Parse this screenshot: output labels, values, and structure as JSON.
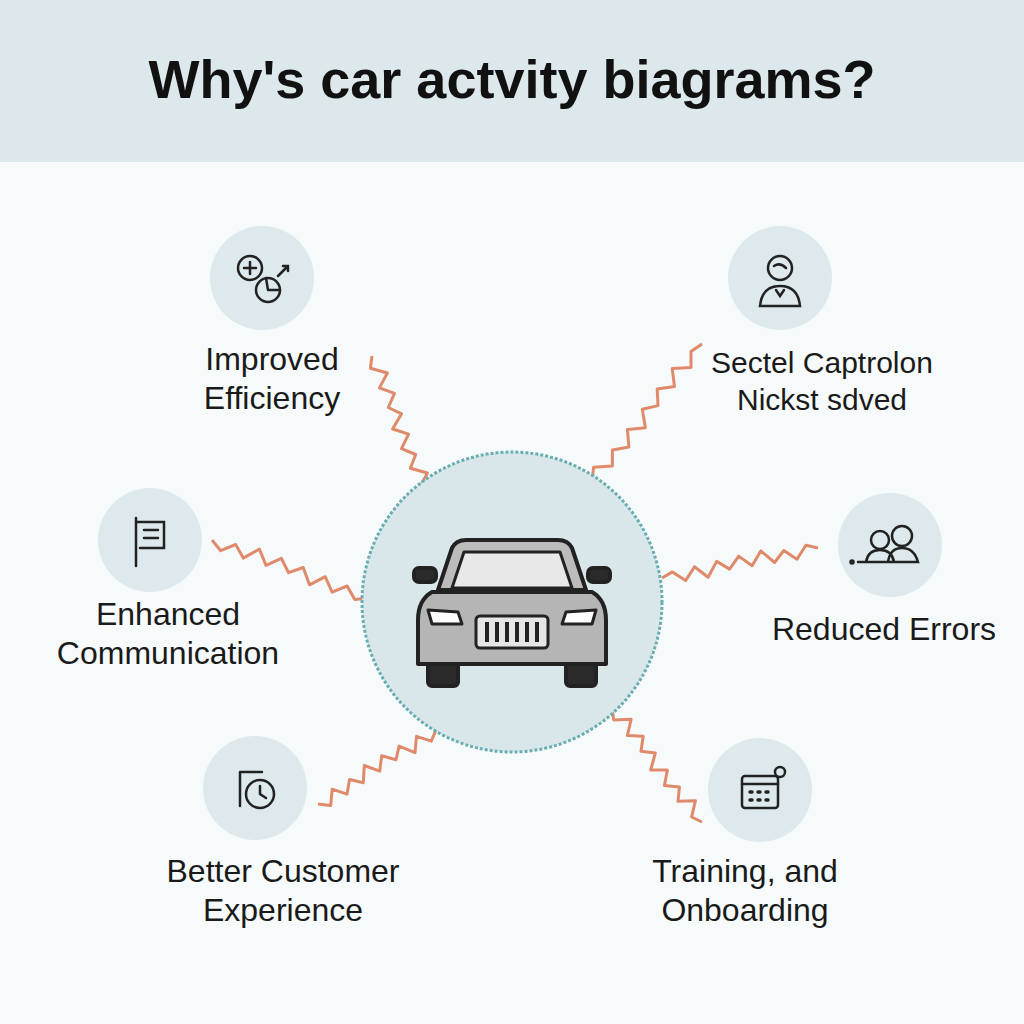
{
  "diagram": {
    "title": "Why's car actvity biagrams?",
    "labels": [
      "Improved Efficiency",
      "Sectel Captrolon Nickst sdved",
      "Enhanced Communication",
      "Reduced Errors",
      "Better Customer Experience",
      "Training, and Onboarding"
    ]
  }
}
